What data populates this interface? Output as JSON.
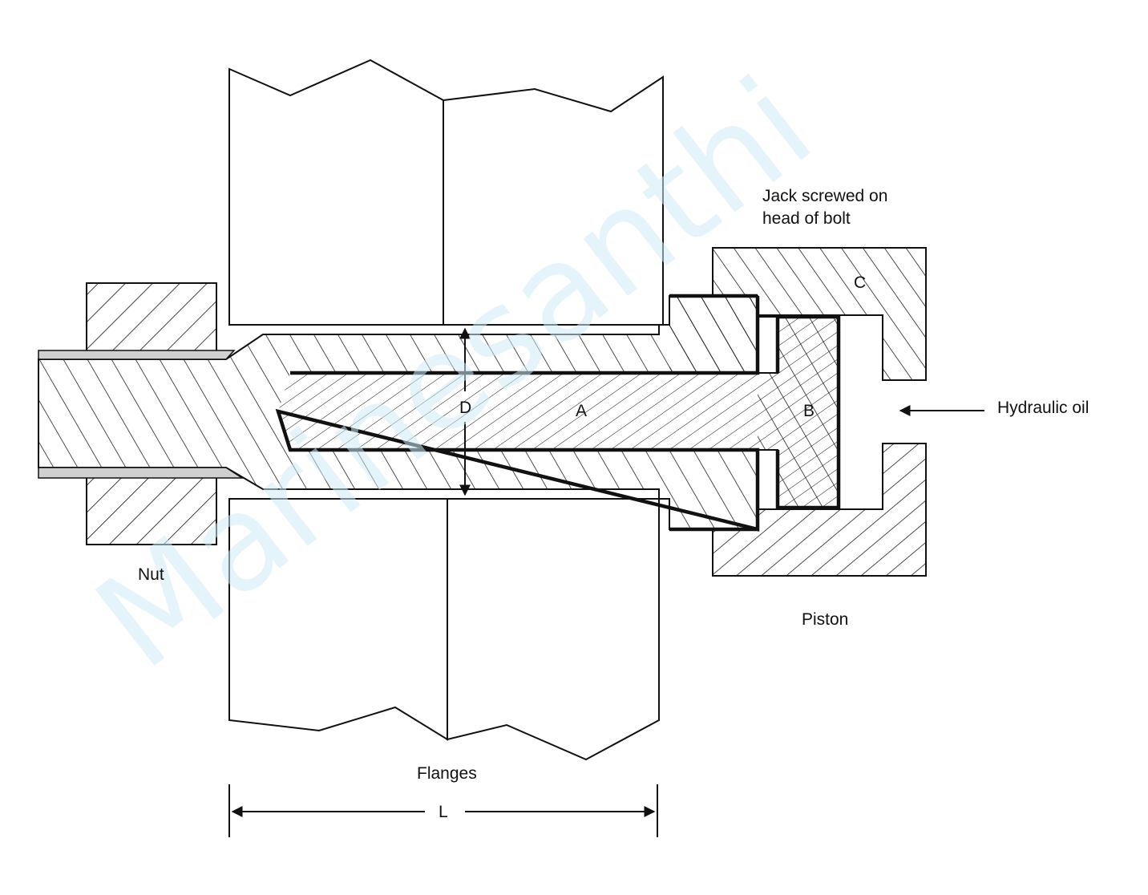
{
  "labels": {
    "nut": "Nut",
    "flanges": "Flanges",
    "length": "L",
    "diameter": "D",
    "a": "A",
    "b": "B",
    "c": "C",
    "piston": "Piston",
    "hydraulic_oil": "Hydraulic oil",
    "jack_line1": "Jack screwed on",
    "jack_line2": "head of bolt"
  },
  "watermark": {
    "text": "Marinesanthi",
    "color_primary": "#cfe9f7",
    "color_secondary": "#e6e6e6"
  },
  "colors": {
    "stroke": "#111111",
    "sleeve": "#d0d0d0",
    "background": "#ffffff"
  }
}
